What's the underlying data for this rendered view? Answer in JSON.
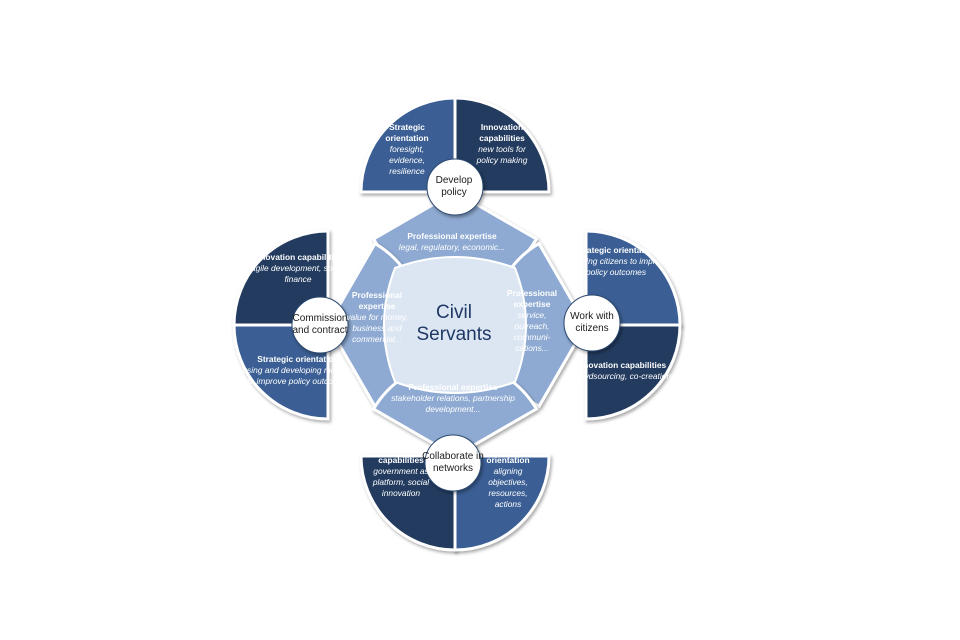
{
  "colors": {
    "dark": "#243a5e",
    "medium": "#3a5f94",
    "light": "#8eaad2",
    "center": "#dce6f3",
    "center_text": "#1f3864",
    "hub": "#ffffff"
  },
  "center": {
    "title": "Civil Servants"
  },
  "hubs": {
    "top": "Develop policy",
    "left": "Commission and contract",
    "right": "Work with citizens",
    "bottom": "Collaborate in networks"
  },
  "quadrants": {
    "top_left": {
      "heading": "Strategic orientation",
      "body": "foresight, evidence, resilience"
    },
    "top_right": {
      "heading": "Innovation capabilities",
      "body": "new tools for policy making"
    },
    "left_top": {
      "heading": "Innovation capabilities",
      "body": "agile development, social finance"
    },
    "left_bottom": {
      "heading": "Strategic orientation",
      "body": "using and developing markets to improve policy outcomes"
    },
    "right_top": {
      "heading": "Strategic orientation",
      "body": "engaging citizens to improve policy outcomes"
    },
    "right_bottom": {
      "heading": "Innovation capabilities",
      "body": "crowdsourcing, co-creation"
    },
    "bottom_left": {
      "heading": "Innovation capabilities",
      "body": "government as platform, social innovation"
    },
    "bottom_right": {
      "heading": "Strategic orientation",
      "body": "aligning objectives, resources, actions"
    }
  },
  "expertise": {
    "top": {
      "heading": "Professional expertise",
      "body": "legal, regulatory, economic..."
    },
    "left": {
      "heading": "Professional expertise",
      "body": "value for money, business and commercial..."
    },
    "right": {
      "heading": "Professional expertise",
      "body": "service, outreach, communi-cations..."
    },
    "bottom": {
      "heading": "Professional expertise",
      "body": "stakeholder relations, partnership development..."
    }
  }
}
